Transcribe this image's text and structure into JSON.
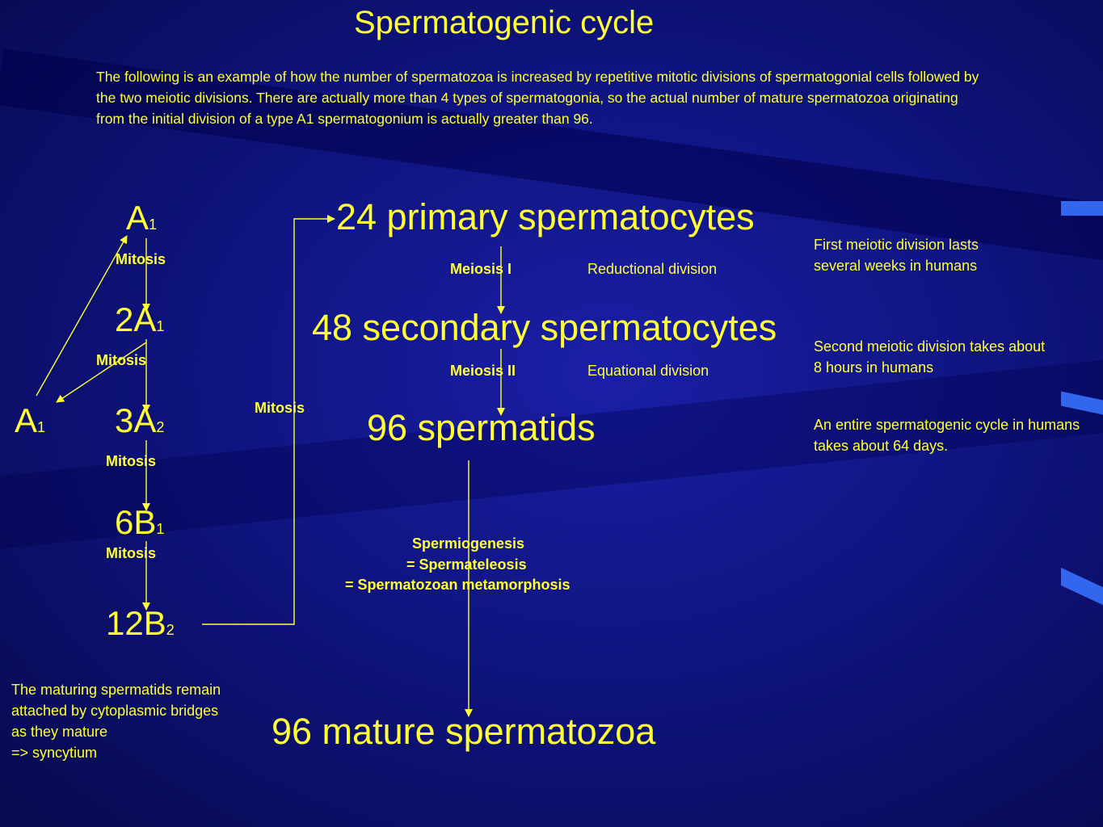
{
  "title": "Spermatogenic cycle",
  "intro": "The following is an example of how the number of spermatozoa is increased by repetitive mitotic divisions of spermatogonial cells followed by the two meiotic divisions. There are actually more than 4 types of spermatogonia, so the actual number of mature spermatozoa originating from the initial division  of a type A1 spermatogonium is actually greater than 96.",
  "cells": {
    "a1_top": {
      "main": "A",
      "sub": "1"
    },
    "a1_side": {
      "main": "A",
      "sub": "1"
    },
    "two_a1": {
      "main": "2A",
      "sub": "1"
    },
    "three_a2": {
      "main": "3A",
      "sub": "2"
    },
    "six_b1": {
      "main": "6B",
      "sub": "1"
    },
    "twelve_b2": {
      "main": "12B",
      "sub": "2"
    }
  },
  "labels": {
    "mitosis_1": "Mitosis",
    "mitosis_2": "Mitosis",
    "mitosis_3": "Mitosis",
    "mitosis_4": "Mitosis",
    "mitosis_connector": "Mitosis",
    "meiosis_1": "Meiosis I",
    "meiosis_2": "Meiosis II",
    "reductional": "Reductional division",
    "equational": "Equational division",
    "spermiogenesis_1": "Spermiogenesis",
    "spermiogenesis_2": "= Spermateleosis",
    "spermiogenesis_3": "= Spermatozoan metamorphosis"
  },
  "stages": {
    "primary": "24 primary spermatocytes",
    "secondary": "48 secondary spermatocytes",
    "spermatids": "96  spermatids",
    "mature": "96 mature spermatozoa"
  },
  "notes": {
    "first_meiotic": "First meiotic division lasts several weeks in humans",
    "second_meiotic": "Second meiotic division takes about 8 hours in humans",
    "entire_cycle": "An entire spermatogenic cycle in humans takes about 64 days.",
    "syncytium_1": "The maturing spermatids remain",
    "syncytium_2": "attached by cytoplasmic bridges",
    "syncytium_3": "as they mature",
    "syncytium_4": "=> syncytium"
  },
  "colors": {
    "text": "#ffff33",
    "background": "#0f1480",
    "accent_tab": "#3366ee"
  }
}
